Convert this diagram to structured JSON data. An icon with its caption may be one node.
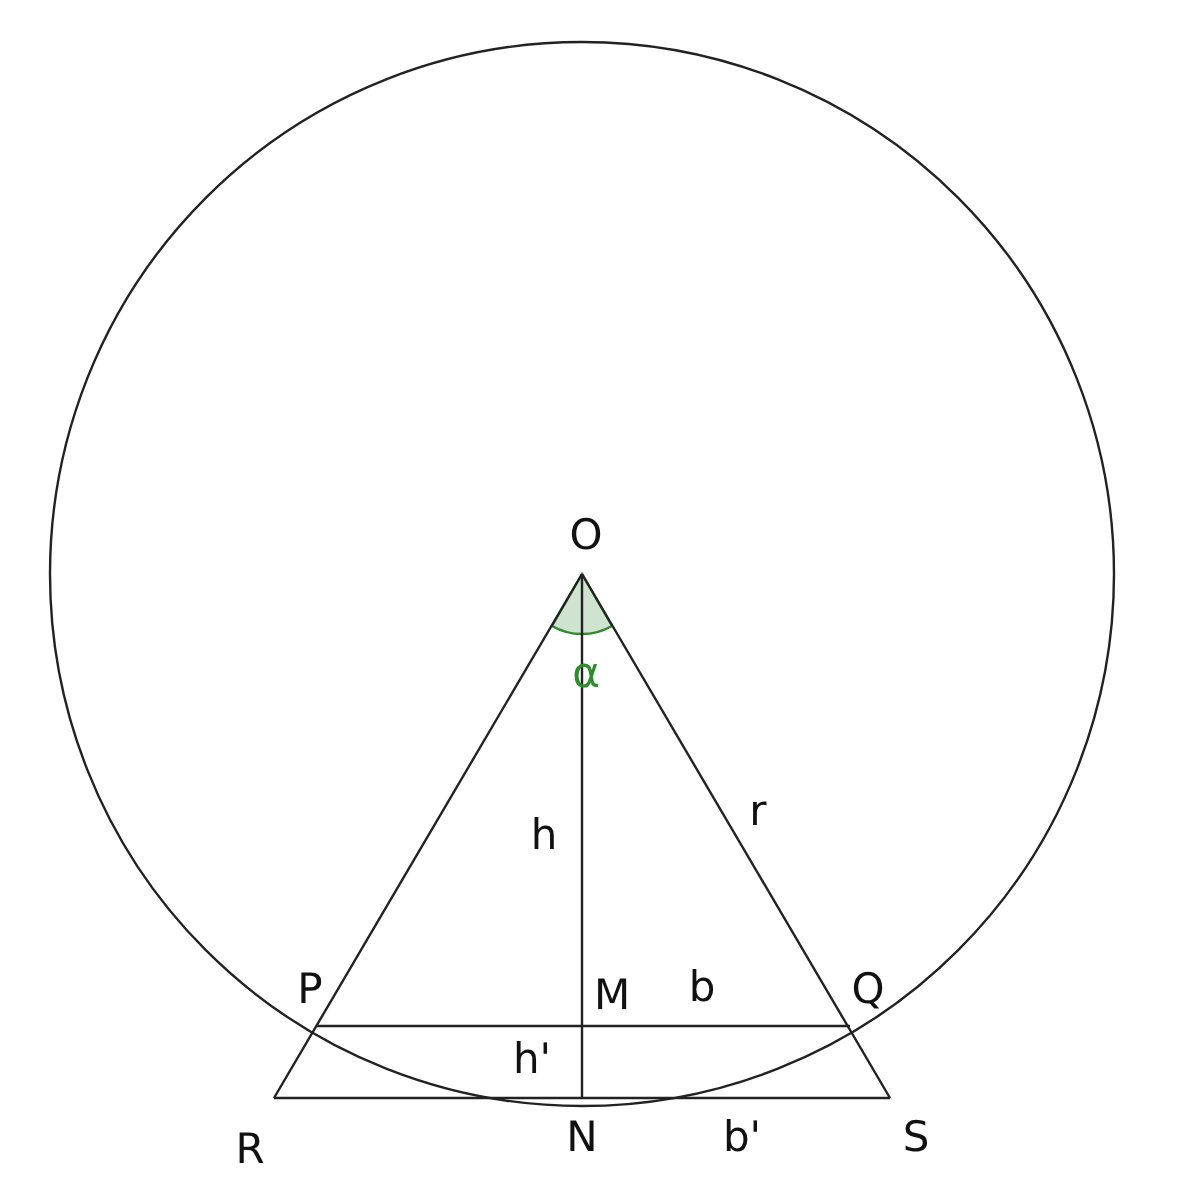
{
  "diagram": {
    "labels": [
      "O",
      "α",
      "h",
      "r",
      "P",
      "M",
      "b",
      "Q",
      "h'",
      "R",
      "N",
      "b'",
      "S"
    ]
  }
}
